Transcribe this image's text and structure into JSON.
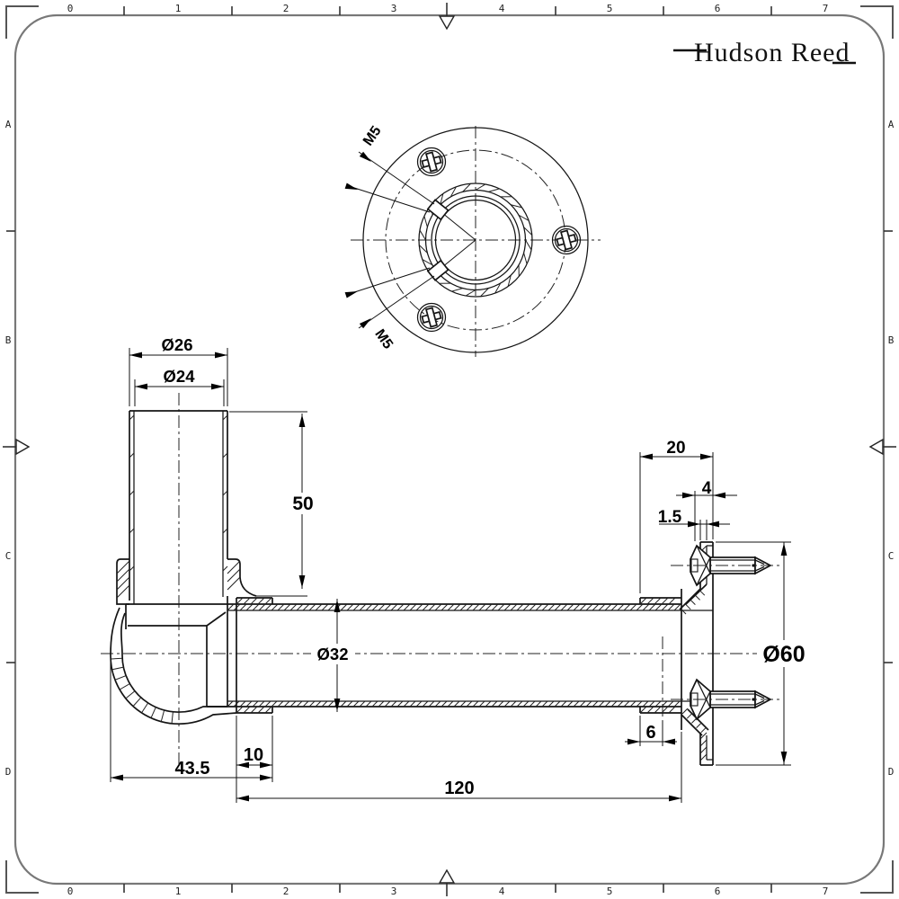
{
  "ruler": {
    "numbers": [
      "0",
      "1",
      "2",
      "3",
      "4",
      "5",
      "6",
      "7"
    ],
    "letters": [
      "A",
      "B",
      "C",
      "D"
    ]
  },
  "logo": {
    "brand": "Hudson Reed"
  },
  "top_view": {
    "thread_callout_upper": "M5",
    "thread_callout_lower": "M5"
  },
  "dims": {
    "spout_outer_dia": "Ø26",
    "spout_inner_dia": "Ø24",
    "spout_height": "50",
    "wall_depth": "20",
    "rim_width": "4",
    "rim_lip": "1.5",
    "pipe_dia": "Ø32",
    "flange_dia": "Ø60",
    "set_offset": "6",
    "socket_depth": "10",
    "elbow_offset": "43.5",
    "pipe_length": "120"
  }
}
